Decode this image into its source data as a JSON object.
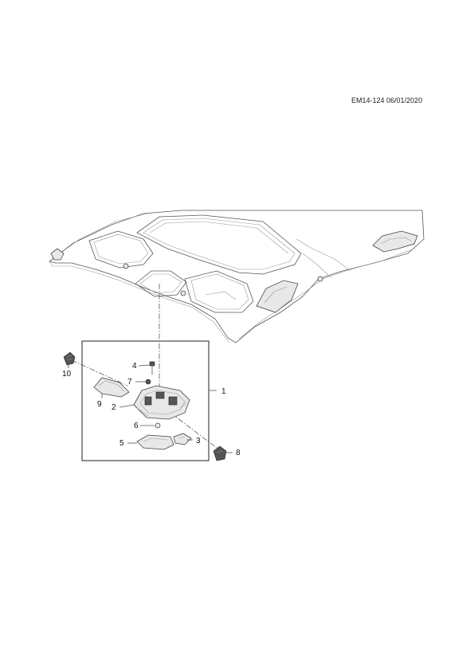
{
  "header": {
    "ref_code": "EM14-124 06/01/2020"
  },
  "callouts": {
    "c1": "1",
    "c2": "2",
    "c3": "3",
    "c4": "4",
    "c5": "5",
    "c6": "6",
    "c7": "7",
    "c8": "8",
    "c9": "9",
    "c10": "10"
  }
}
